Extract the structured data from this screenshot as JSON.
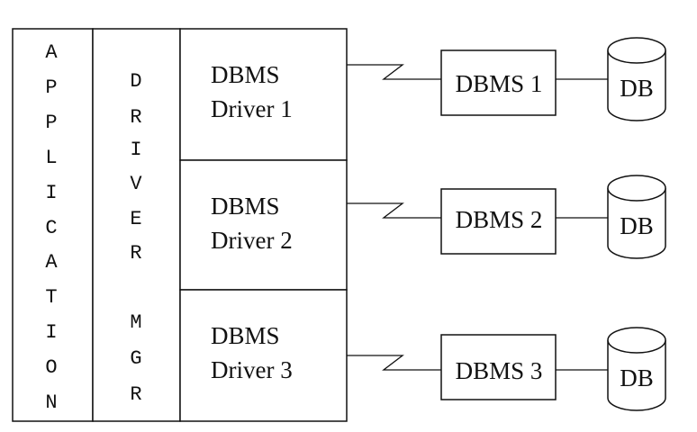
{
  "application_label": [
    "A",
    "P",
    "P",
    "L",
    "I",
    "C",
    "A",
    "T",
    "I",
    "O",
    "N"
  ],
  "driver_label": [
    "D",
    "R",
    "I",
    "V",
    "E",
    "R"
  ],
  "mgr_label": [
    "M",
    "G",
    "R"
  ],
  "drivers": [
    {
      "line1": "DBMS",
      "line2": "Driver 1"
    },
    {
      "line1": "DBMS",
      "line2": "Driver 2"
    },
    {
      "line1": "DBMS",
      "line2": "Driver 3"
    }
  ],
  "dbms": [
    {
      "label": "DBMS 1",
      "db_label": "DB"
    },
    {
      "label": "DBMS 2",
      "db_label": "DB"
    },
    {
      "label": "DBMS 3",
      "db_label": "DB"
    }
  ]
}
